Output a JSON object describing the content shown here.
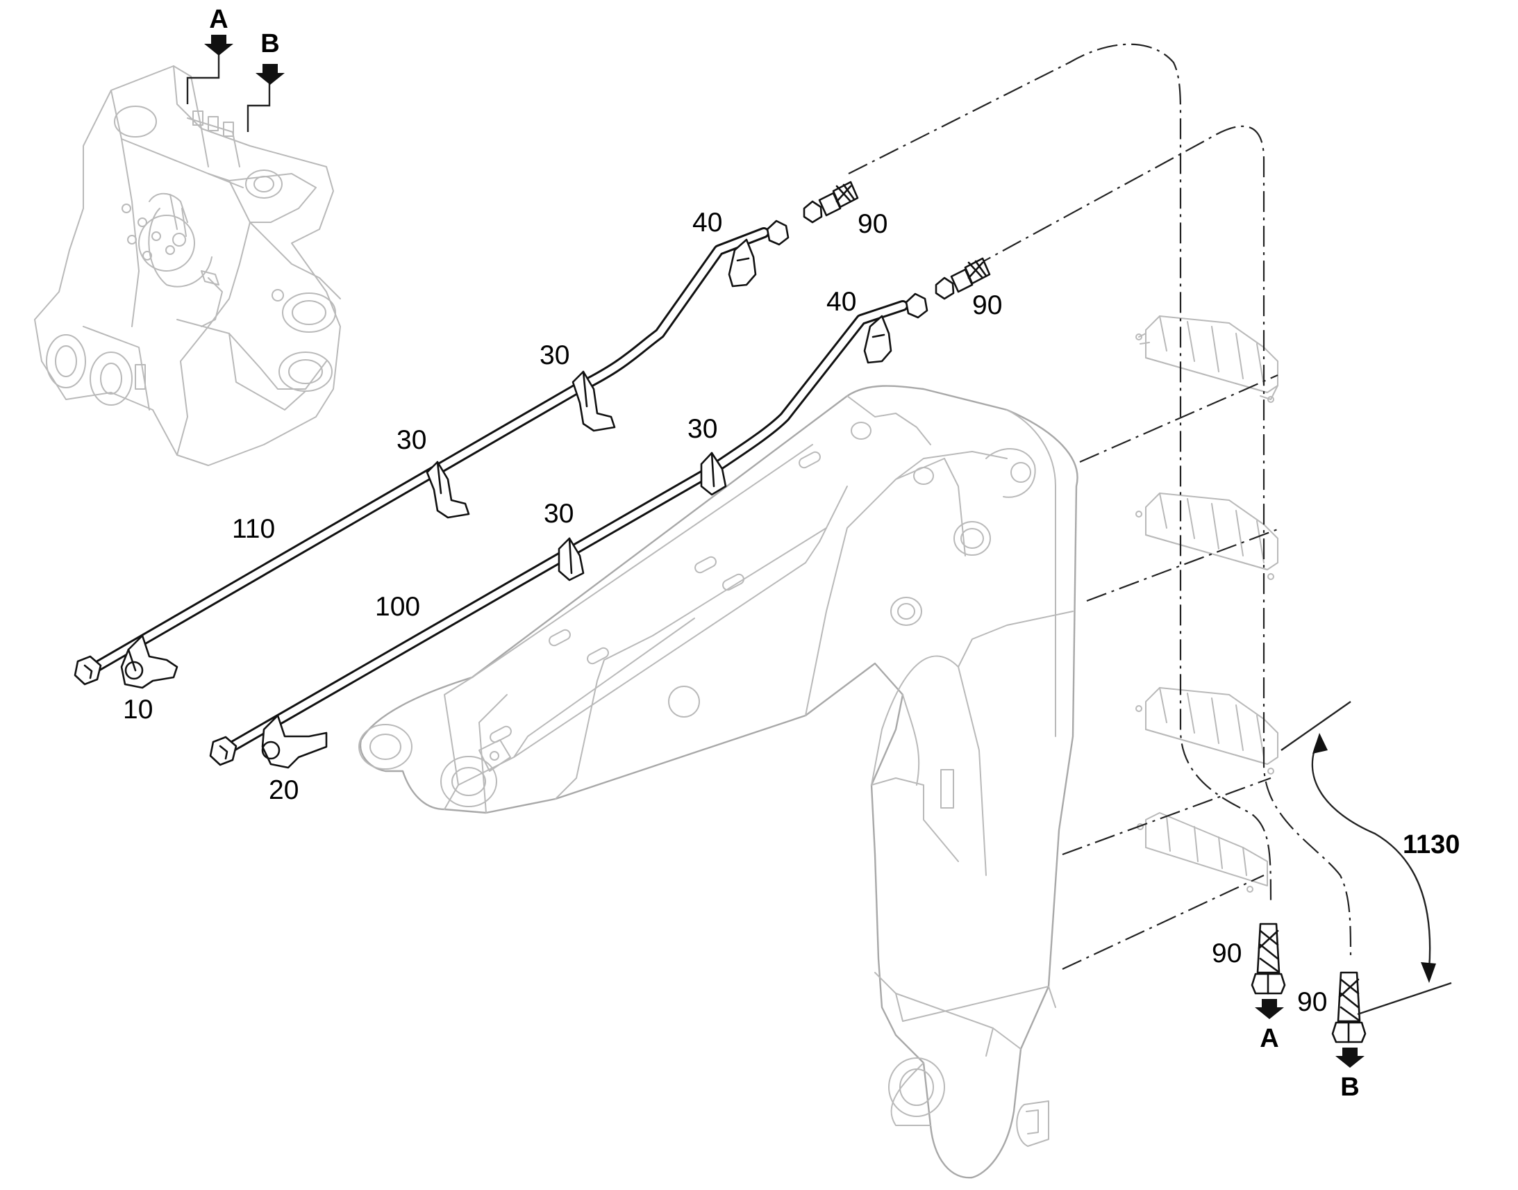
{
  "labels": {
    "hose_a_top": "A",
    "hose_b_top": "B",
    "item_90_upper": "90",
    "item_90_middle": "90",
    "item_40_upper": "40",
    "item_40_lower": "40",
    "item_30_a": "30",
    "item_30_b": "30",
    "item_30_c": "30",
    "item_30_d": "30",
    "item_110": "110",
    "item_100": "100",
    "item_10": "10",
    "item_20": "20",
    "item_1130": "1130",
    "item_90_lower_a": "90",
    "item_90_lower_b": "90",
    "hose_a_bottom": "A",
    "hose_b_bottom": "B"
  },
  "colors": {
    "line": "#111111",
    "faint_outline": "#b9b9b9",
    "background": "#ffffff"
  },
  "icons": {
    "arrow": "down-arrow-icon"
  }
}
